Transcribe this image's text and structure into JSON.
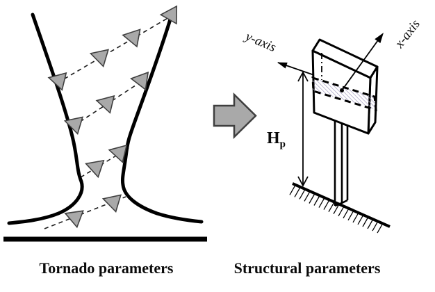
{
  "diagram": {
    "left_panel": {
      "caption": "Tornado parameters"
    },
    "right_panel": {
      "caption": "Structural parameters",
      "y_axis_label": "y-axis",
      "x_axis_label": "x-axis",
      "height_symbol": "H",
      "height_subscript": "p"
    },
    "colors": {
      "marker_fill": "#a9a9a9",
      "block_arrow_fill": "#a9a9a9",
      "hatch_line": "#a29bc2",
      "ink": "#000000"
    }
  }
}
